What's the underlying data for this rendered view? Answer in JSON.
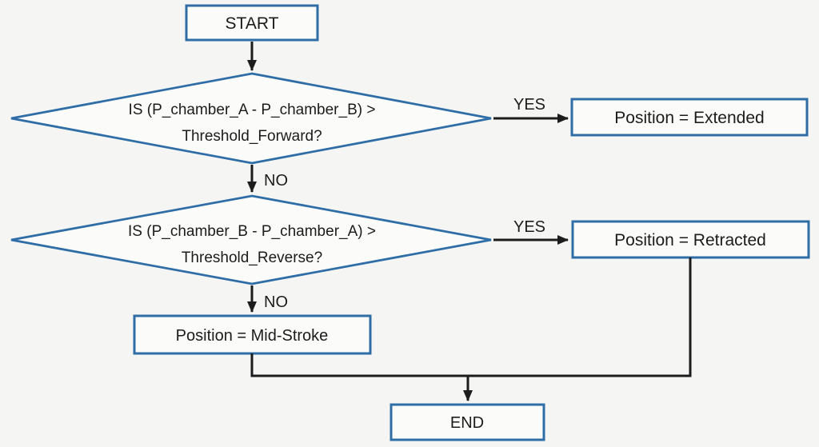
{
  "colors": {
    "accent": "#2e6da6",
    "ink": "#1c1c1c",
    "bg": "#f5f5f3",
    "node_fill": "#fbfbf9"
  },
  "nodes": {
    "start": {
      "label": "START"
    },
    "decision_forward": {
      "line1": "IS (P_chamber_A - P_chamber_B) >",
      "line2": "Threshold_Forward?"
    },
    "extended": {
      "label": "Position = Extended"
    },
    "decision_reverse": {
      "line1": "IS (P_chamber_B - P_chamber_A) >",
      "line2": "Threshold_Reverse?"
    },
    "retracted": {
      "label": "Position = Retracted"
    },
    "midstroke": {
      "label": "Position = Mid-Stroke"
    },
    "end": {
      "label": "END"
    }
  },
  "edges": {
    "yes_forward": "YES",
    "no_forward": "NO",
    "yes_reverse": "YES",
    "no_reverse": "NO"
  }
}
